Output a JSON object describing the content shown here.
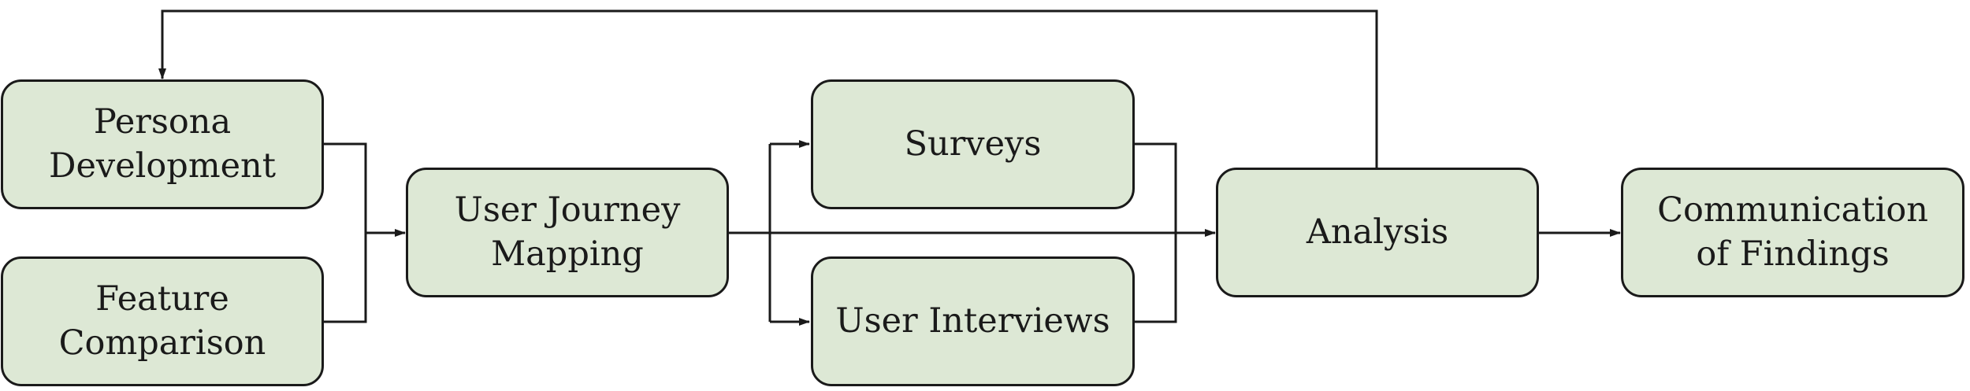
{
  "diagram": {
    "nodes": {
      "persona": "Persona\nDevelopment",
      "feature": "Feature\nComparison",
      "journey": "User Journey\nMapping",
      "surveys": "Surveys",
      "interviews": "User Interviews",
      "analysis": "Analysis",
      "communication": "Communication\nof Findings"
    },
    "colors": {
      "node_fill": "#dde8d5",
      "stroke": "#1a1a1a"
    }
  }
}
